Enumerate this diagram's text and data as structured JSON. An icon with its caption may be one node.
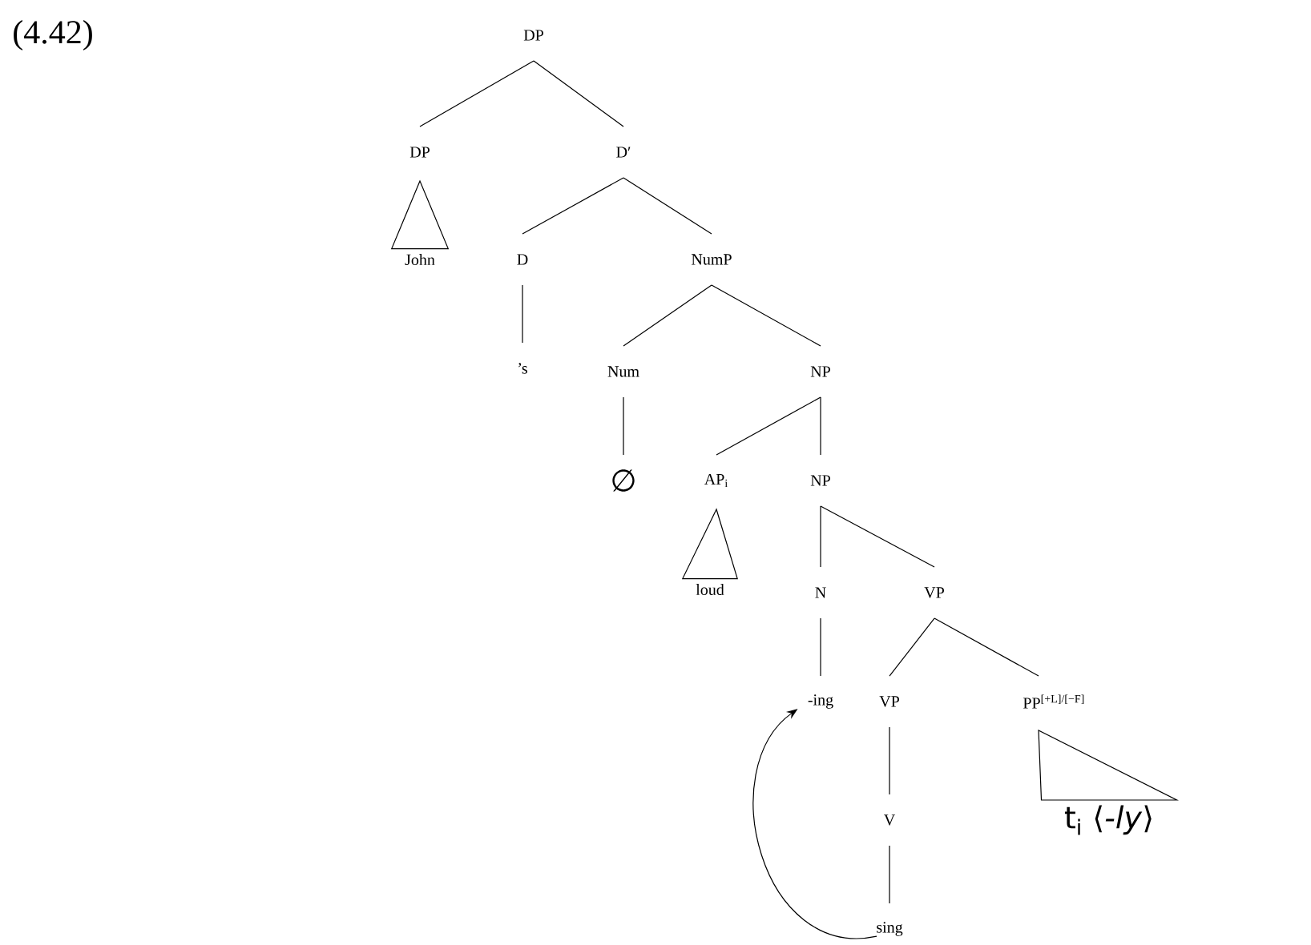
{
  "diagram": {
    "nodes": [
      {
        "text": [
          "DP"
        ]
      },
      {
        "text": [
          "DP"
        ]
      },
      {
        "text": [
          "D′"
        ]
      },
      {
        "text": [
          "John"
        ]
      },
      {
        "text": [
          "D"
        ]
      },
      {
        "text": [
          "NumP"
        ]
      },
      {
        "text": [
          "’s"
        ]
      },
      {
        "text": [
          "Num"
        ]
      },
      {
        "text": [
          "NP"
        ]
      },
      {
        "text": [
          "∅"
        ]
      },
      {
        "text": [
          "AP$_{i}$"
        ]
      },
      {
        "text": [
          "NP"
        ]
      },
      {
        "text": [
          "loud"
        ]
      },
      {
        "text": [
          "N"
        ]
      },
      {
        "text": [
          "VP"
        ]
      },
      {
        "text": [
          "-ing"
        ]
      },
      {
        "text": [
          "VP"
        ]
      },
      {
        "text": [
          "PP$^{[+L]/[−F]}$"
        ]
      },
      {
        "text": [
          "t$_{i}$ ⟨*-ly*⟩"
        ]
      },
      {
        "text": [
          "V"
        ]
      },
      {
        "text": [
          "sing"
        ]
      }
    ],
    "edges": [
      {
        "from": 0,
        "to": 1,
        "arrow": "none"
      },
      {
        "from": 0,
        "to": 2,
        "arrow": "none"
      },
      {
        "from": 1,
        "to": 3,
        "arrow": "none"
      },
      {
        "from": 2,
        "to": 4,
        "arrow": "none"
      },
      {
        "from": 2,
        "to": 5,
        "arrow": "none"
      },
      {
        "from": 4,
        "to": 6,
        "arrow": "none"
      },
      {
        "from": 5,
        "to": 7,
        "arrow": "none"
      },
      {
        "from": 5,
        "to": 8,
        "arrow": "none"
      },
      {
        "from": 7,
        "to": 9,
        "arrow": "none"
      },
      {
        "from": 8,
        "to": 10,
        "arrow": "none"
      },
      {
        "from": 8,
        "to": 11,
        "arrow": "none"
      },
      {
        "from": 10,
        "to": 12,
        "arrow": "none"
      },
      {
        "from": 11,
        "to": 13,
        "arrow": "none"
      },
      {
        "from": 11,
        "to": 14,
        "arrow": "none"
      },
      {
        "from": 13,
        "to": 15,
        "arrow": "none"
      },
      {
        "from": 14,
        "to": 16,
        "arrow": "none"
      },
      {
        "from": 14,
        "to": 17,
        "arrow": "none"
      },
      {
        "from": 17,
        "to": 18,
        "arrow": "none"
      },
      {
        "from": 16,
        "to": 19,
        "arrow": "none"
      },
      {
        "from": 19,
        "to": 20,
        "arrow": "none"
      },
      {
        "from": 20,
        "to": 15,
        "arrow": "to"
      }
    ],
    "labels": [
      "(4.42)"
    ]
  }
}
